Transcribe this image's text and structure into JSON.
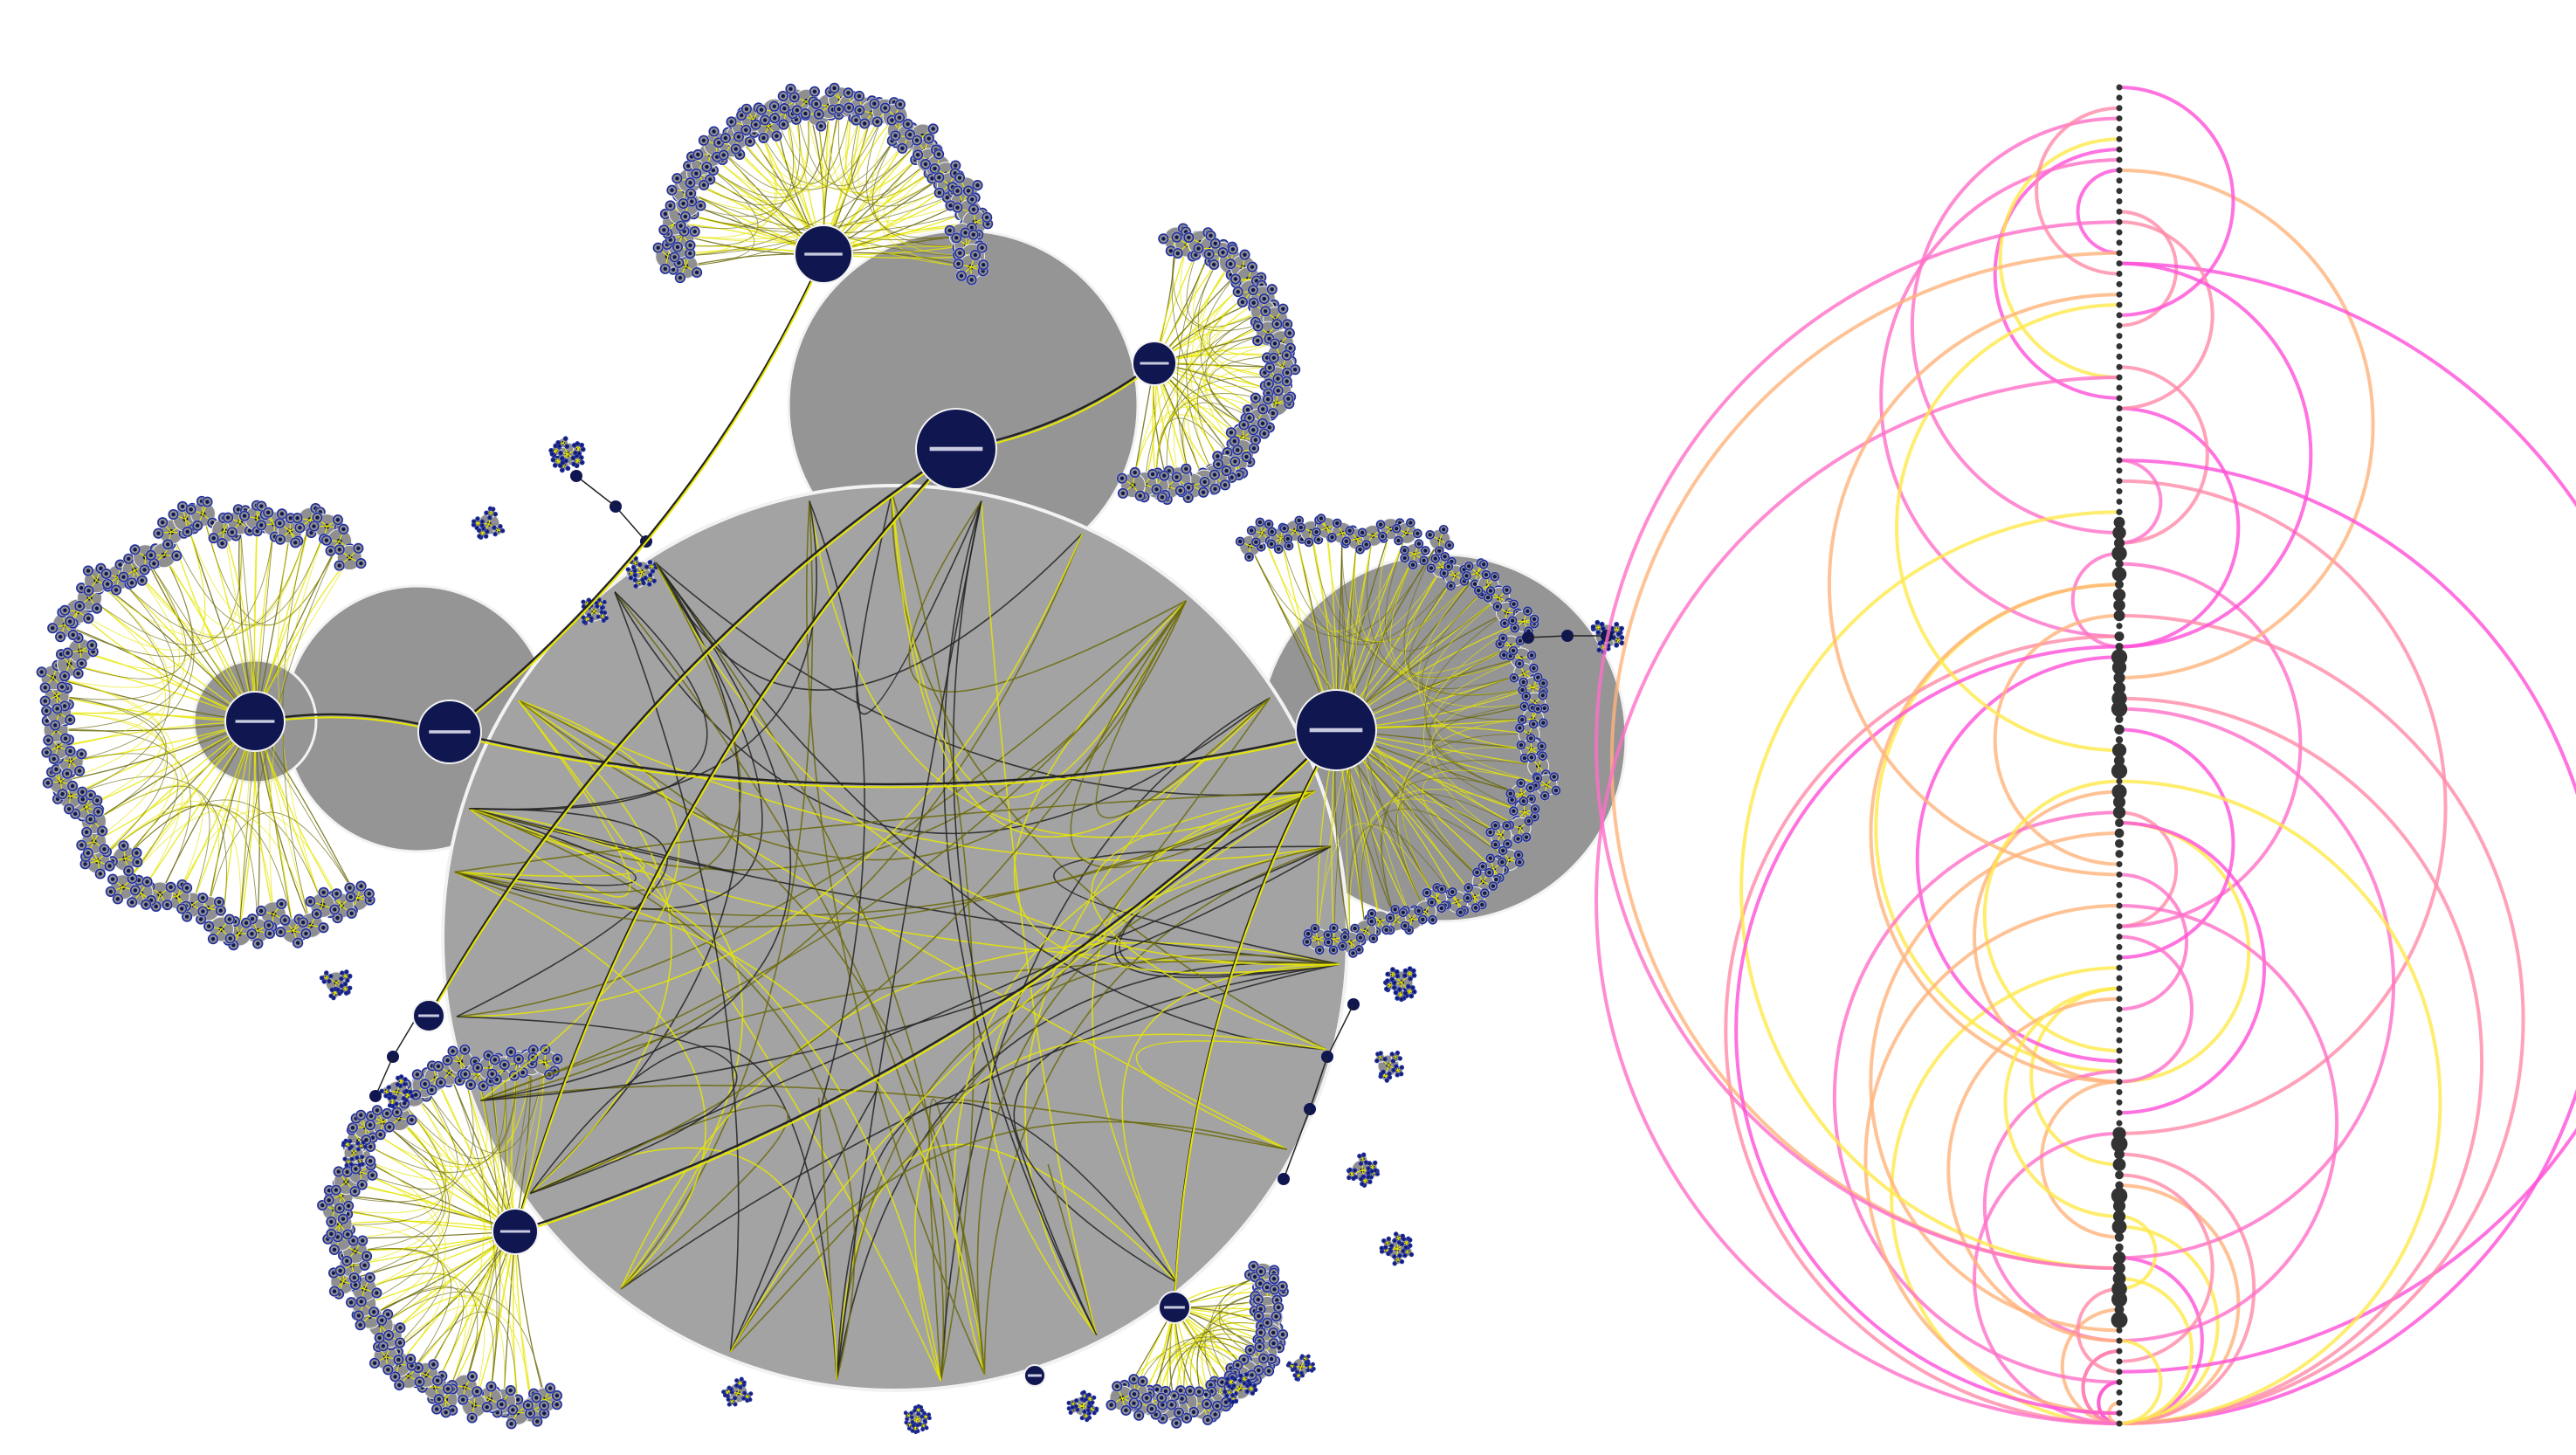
{
  "colors": {
    "background": "#ffffff",
    "hub_fill": "#0f1650",
    "hub_bar": "#c9cbe0",
    "disc_main": "#a3a3a3",
    "disc_secondary": "#9a9a9a",
    "disc_stroke": "#f2f2f2",
    "edge_yellow": "#e6e600",
    "edge_olive": "#6b6a0a",
    "edge_dark": "#222222",
    "node_outline": "#1f2d9e",
    "arc_magenta": "#ff4fd8",
    "arc_pink": "#ff8aa8",
    "arc_yellow": "#ffe84a",
    "arc_node": "#333333"
  },
  "panels": [
    {
      "name": "circle-packing-hierarchy",
      "description_visible": false
    },
    {
      "name": "arc-diagram",
      "description_visible": false
    }
  ],
  "icons": {
    "hub": "collapse-minus-icon"
  },
  "hubs": [
    {
      "id": "hub-top-root",
      "symbol": "minus"
    },
    {
      "id": "hub-upper-left-cluster",
      "symbol": "minus"
    },
    {
      "id": "hub-upper-right-small",
      "symbol": "minus"
    },
    {
      "id": "hub-right",
      "symbol": "minus"
    },
    {
      "id": "hub-left-outer",
      "symbol": "minus"
    },
    {
      "id": "hub-left-inner",
      "symbol": "minus"
    },
    {
      "id": "hub-lower-left",
      "symbol": "minus"
    },
    {
      "id": "hub-bottom-right",
      "symbol": "minus"
    },
    {
      "id": "hub-left-middle",
      "symbol": "minus"
    },
    {
      "id": "hub-bottom-middle",
      "symbol": "minus"
    }
  ],
  "arc_diagram": {
    "orientation": "vertical",
    "node_count": 130,
    "arc_count": 70
  }
}
